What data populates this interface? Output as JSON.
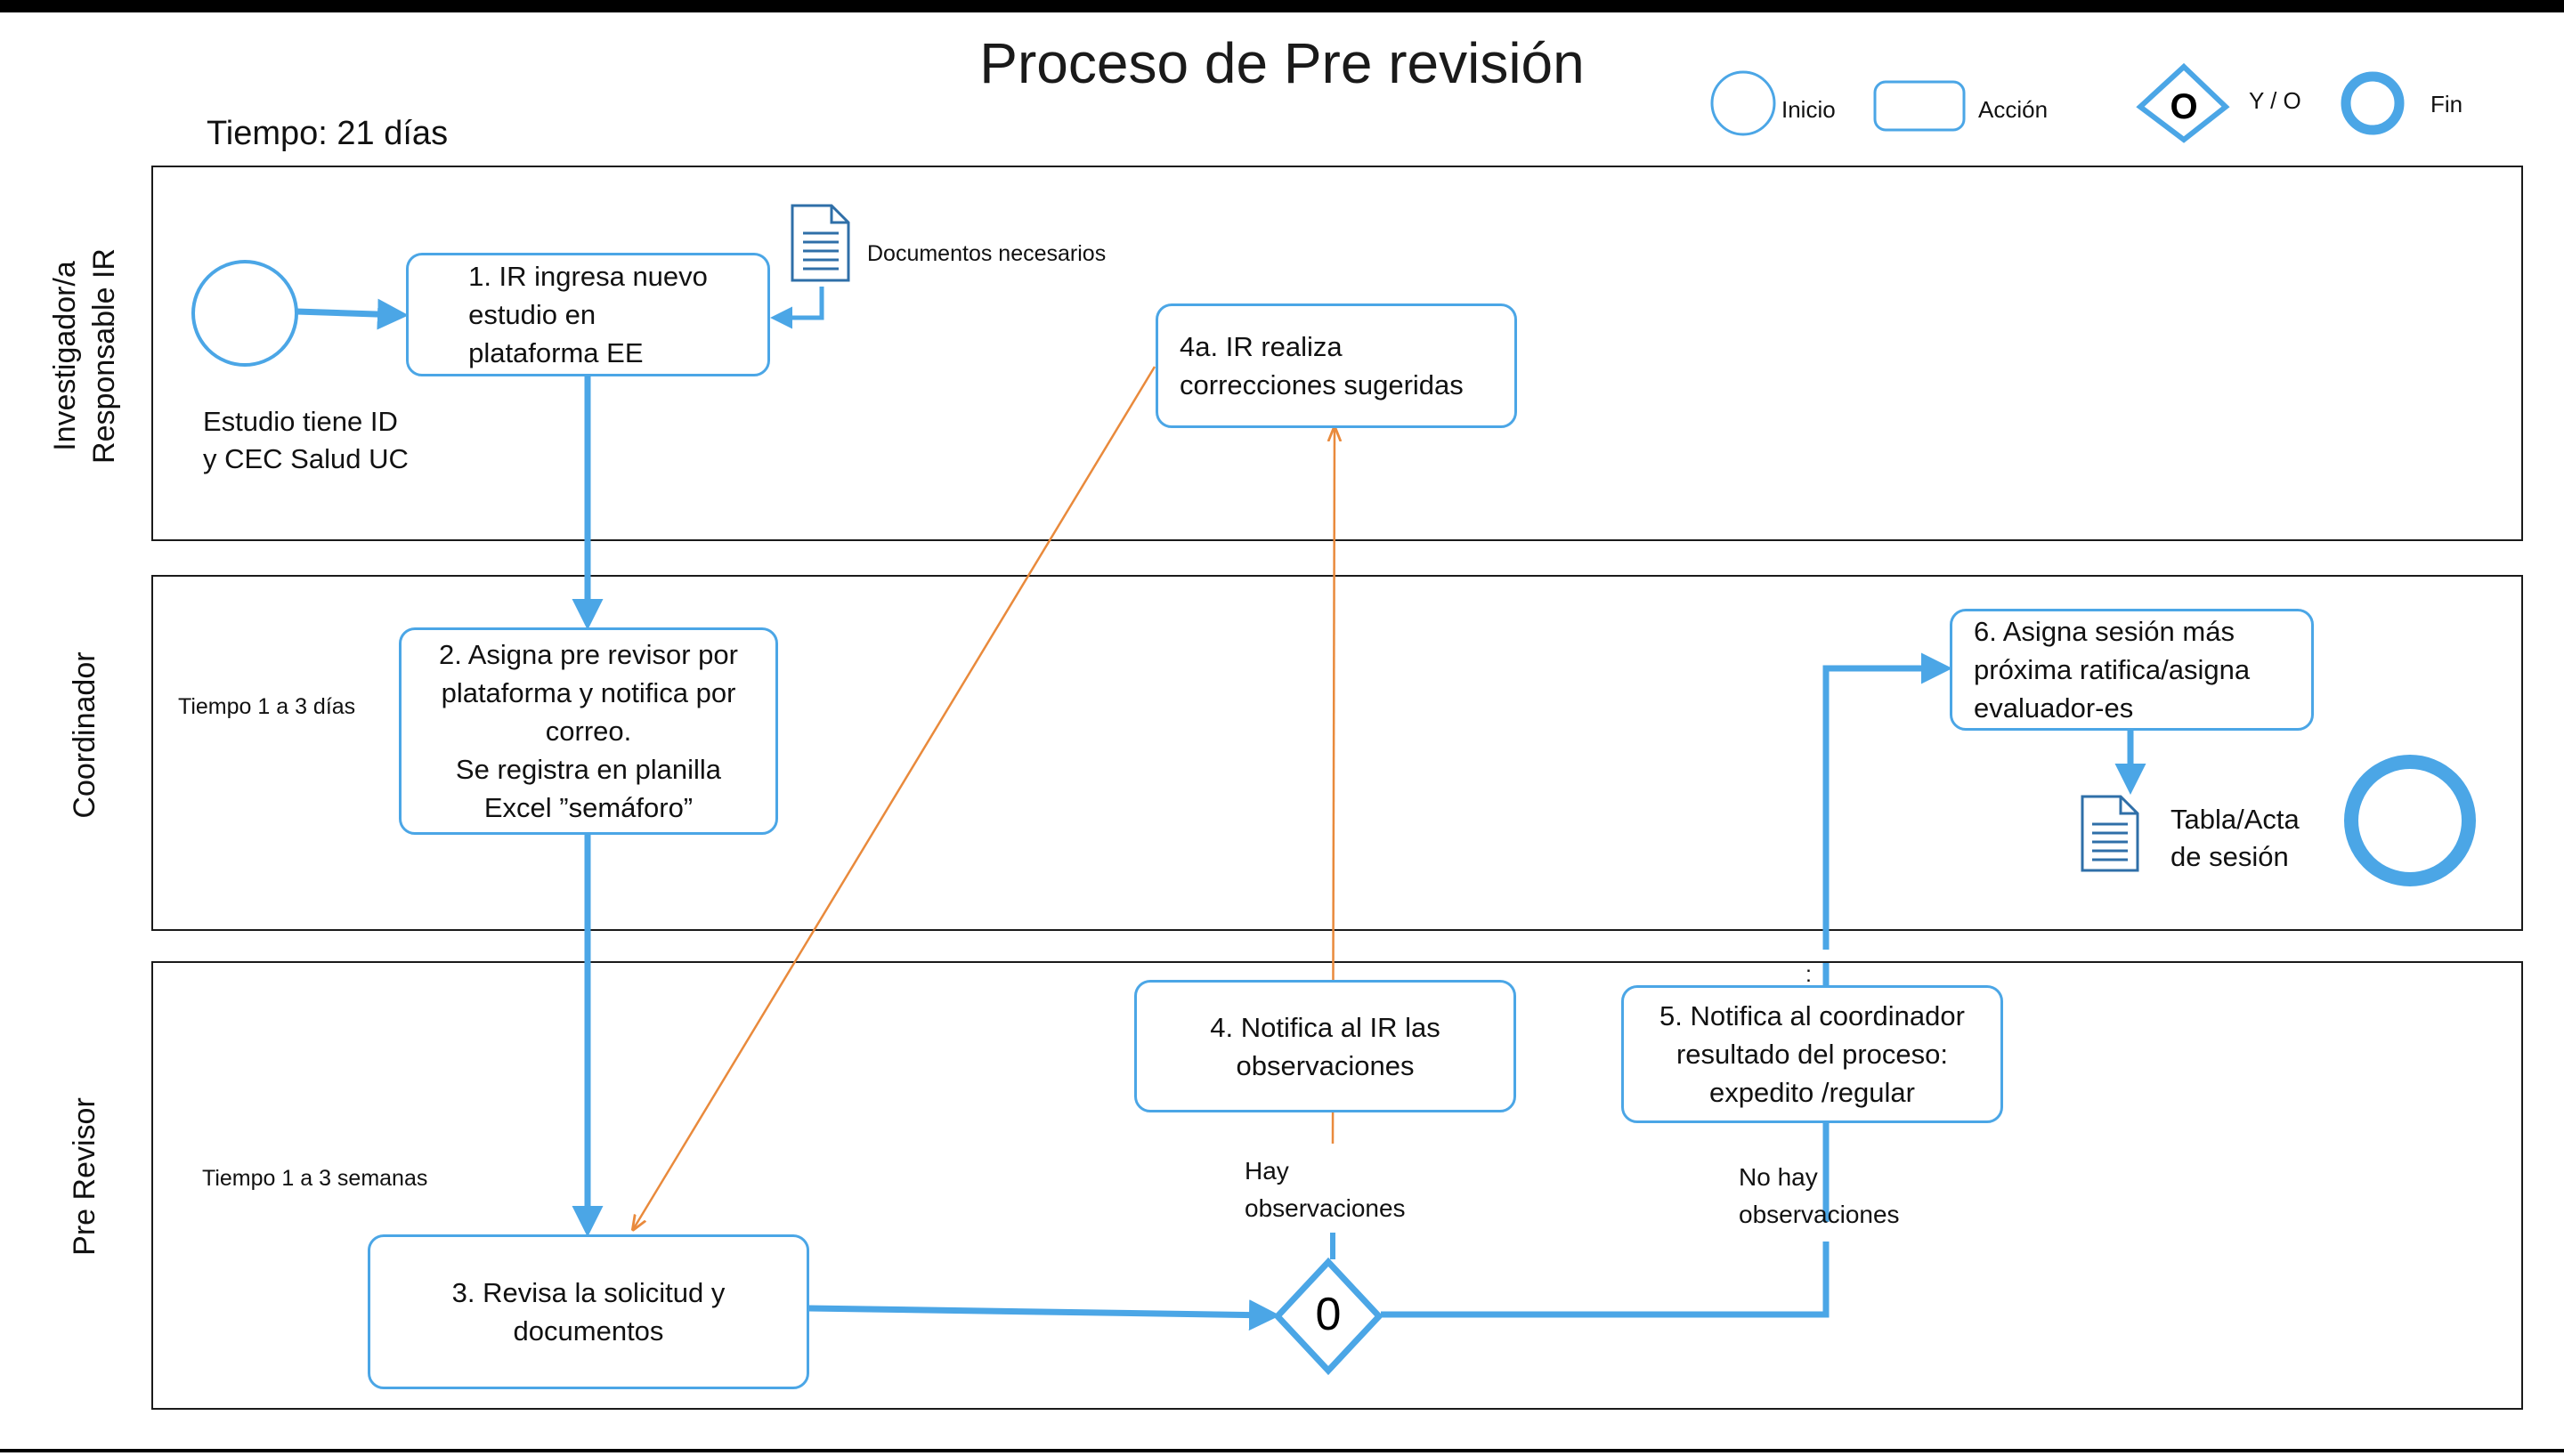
{
  "title": "Proceso de Pre revisión",
  "time_total": "Tiempo: 21 días",
  "legend": {
    "start": "Inicio",
    "action": "Acción",
    "gateway_symbol": "O",
    "gateway": "Y / O",
    "end": "Fin"
  },
  "lanes": [
    {
      "title": "Investigador/a\nResponsable IR"
    },
    {
      "title": "Coordinador"
    },
    {
      "title": "Pre Revisor"
    }
  ],
  "lane_notes": {
    "start_note": "Estudio tiene ID\ny CEC Salud UC",
    "coord_time": "Tiempo 1 a 3 días",
    "pre_time": "Tiempo 1 a 3 semanas"
  },
  "documents": {
    "doc1": "Documentos necesarios",
    "doc2": "Tabla/Acta\nde sesión"
  },
  "steps": {
    "s1": "1.   IR ingresa nuevo\n        estudio en\n      plataforma EE",
    "s2": "2. Asigna pre revisor por\nplataforma y notifica por\ncorreo.\nSe registra en planilla\nExcel ”semáforo”",
    "s3": "3. Revisa la solicitud y\ndocumentos",
    "s4": "4. Notifica al IR las\nobservaciones",
    "s4a": "4a. IR realiza\ncorrecciones sugeridas",
    "s5": "5. Notifica al coordinador\nresultado del proceso:\nexpedito /regular",
    "s6": "6. Asigna sesión más\npróxima ratifica/asigna\nevaluador-es"
  },
  "gateway_label": "0",
  "branches": {
    "yes": "Hay\nobservaciones",
    "no": "No hay\nobservaciones"
  },
  "colon_mark": ":",
  "colors": {
    "blue": "#4ba6e6",
    "orange": "#e98a3c",
    "border": "#1a1a1a"
  }
}
